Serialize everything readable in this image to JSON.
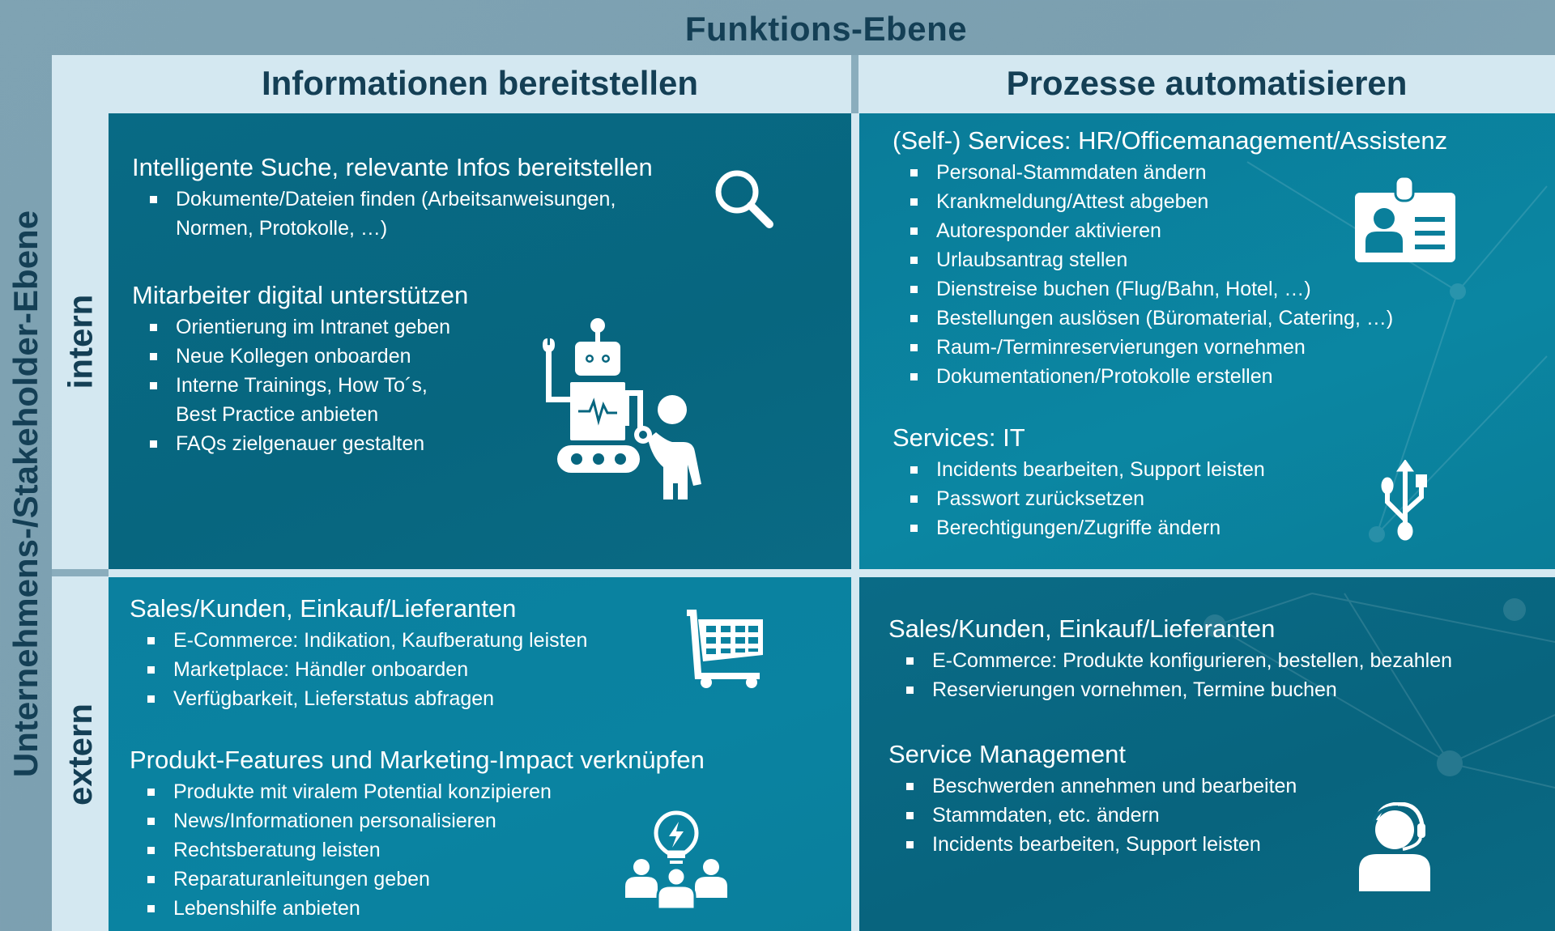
{
  "header": {
    "title": "Funktions-Ebene"
  },
  "side": {
    "title": "Unternehmens-/Stakeholder-Ebene"
  },
  "columns": [
    {
      "label": "Informationen bereitstellen"
    },
    {
      "label": "Prozesse automatisieren"
    }
  ],
  "rows": [
    {
      "label": "intern"
    },
    {
      "label": "extern"
    }
  ],
  "cells": {
    "intern_info": {
      "groups": [
        {
          "title": "Intelligente Suche, relevante Infos bereitstellen",
          "items": [
            "Dokumente/Dateien finden (Arbeitsanweisungen,",
            "Normen, Protokolle, …)"
          ],
          "icon": "search-icon"
        },
        {
          "title": "Mitarbeiter digital unterstützen",
          "items": [
            "Orientierung im Intranet geben",
            "Neue Kollegen onboarden",
            "Interne Trainings, How To´s,",
            "Best Practice anbieten",
            "FAQs zielgenauer gestalten"
          ],
          "icon": "robot-assistant-icon"
        }
      ]
    },
    "intern_process": {
      "groups": [
        {
          "title": "(Self-) Services: HR/Officemanagement/Assistenz",
          "items": [
            "Personal-Stammdaten ändern",
            "Krankmeldung/Attest abgeben",
            "Autoresponder aktivieren",
            "Urlaubsantrag stellen",
            "Dienstreise buchen (Flug/Bahn, Hotel, …)",
            "Bestellungen auslösen (Büromaterial, Catering, …)",
            "Raum-/Terminreservierungen vornehmen",
            "Dokumentationen/Protokolle erstellen"
          ],
          "icon": "id-badge-icon"
        },
        {
          "title": "Services: IT",
          "items": [
            "Incidents bearbeiten, Support leisten",
            "Passwort zurücksetzen",
            "Berechtigungen/Zugriffe ändern"
          ],
          "icon": "usb-icon"
        }
      ]
    },
    "extern_info": {
      "groups": [
        {
          "title": "Sales/Kunden, Einkauf/Lieferanten",
          "items": [
            "E-Commerce: Indikation, Kaufberatung leisten",
            "Marketplace: Händler onboarden",
            "Verfügbarkeit, Lieferstatus abfragen"
          ],
          "icon": "shopping-cart-icon"
        },
        {
          "title": "Produkt-Features und Marketing-Impact verknüpfen",
          "items": [
            "Produkte mit viralem Potential konzipieren",
            "News/Informationen personalisieren",
            "Rechtsberatung leisten",
            "Reparaturanleitungen geben",
            "Lebenshilfe anbieten"
          ],
          "icon": "idea-team-icon"
        }
      ]
    },
    "extern_process": {
      "groups": [
        {
          "title": "Sales/Kunden, Einkauf/Lieferanten",
          "items": [
            "E-Commerce: Produkte konfigurieren, bestellen, bezahlen",
            "Reservierungen vornehmen, Termine buchen"
          ]
        },
        {
          "title": "Service Management",
          "items": [
            "Beschwerden annehmen und bearbeiten",
            "Stammdaten, etc. ändern",
            "Incidents bearbeiten, Support leisten"
          ],
          "icon": "headset-agent-icon"
        }
      ]
    }
  },
  "colors": {
    "background": "#7fa3b3",
    "header_band": "#d4e8f1",
    "title_text": "#143f55",
    "cell_dark": "#07667f",
    "cell_light": "#0a83a1",
    "text": "#ffffff"
  }
}
